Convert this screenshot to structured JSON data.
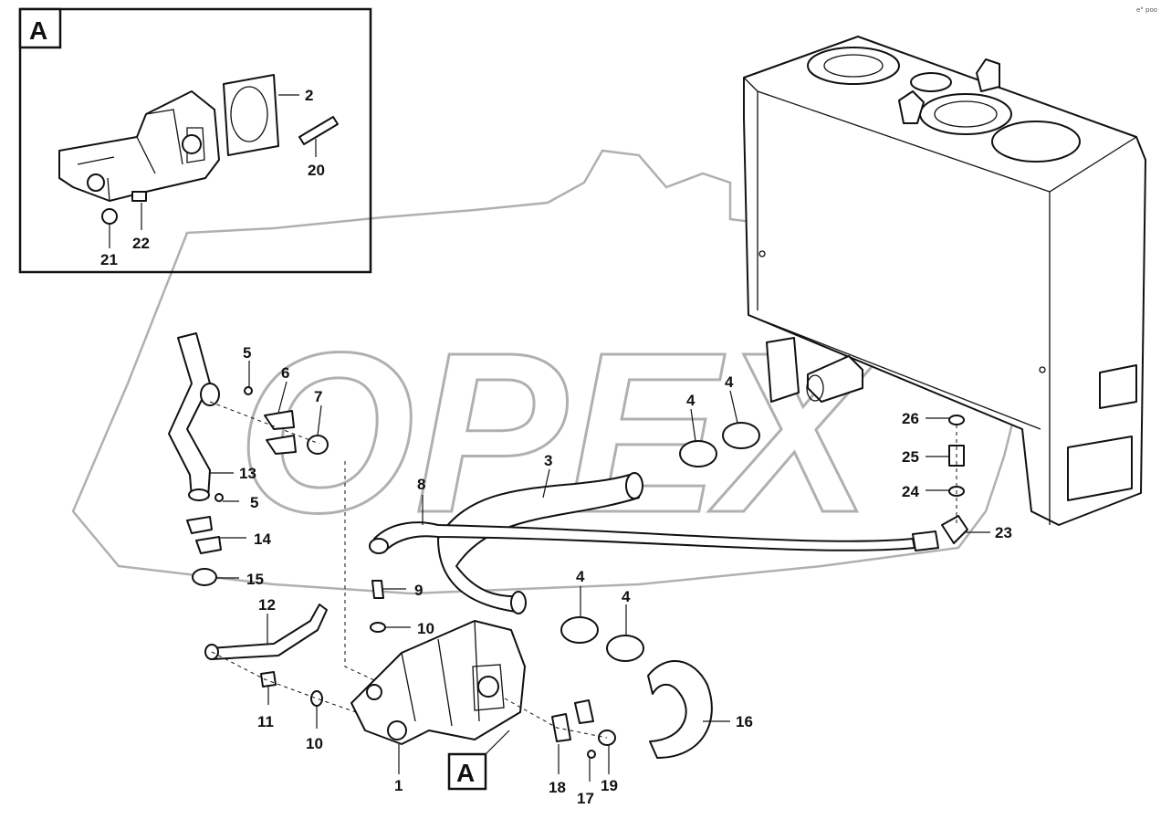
{
  "corner_code": "e° poo",
  "watermark": "OPEX",
  "detail_callouts": {
    "inset": "A",
    "pump": "A"
  },
  "part_labels": {
    "p1": "1",
    "p2": "2",
    "p3": "3",
    "p4a": "4",
    "p4b": "4",
    "p4c": "4",
    "p4d": "4",
    "p5a": "5",
    "p5b": "5",
    "p6": "6",
    "p7": "7",
    "p8": "8",
    "p9": "9",
    "p10a": "10",
    "p10b": "10",
    "p11": "11",
    "p12": "12",
    "p13": "13",
    "p14": "14",
    "p15": "15",
    "p16": "16",
    "p17": "17",
    "p18": "18",
    "p19": "19",
    "p20": "20",
    "p21": "21",
    "p22": "22",
    "p23": "23",
    "p24": "24",
    "p25": "25",
    "p26": "26"
  }
}
